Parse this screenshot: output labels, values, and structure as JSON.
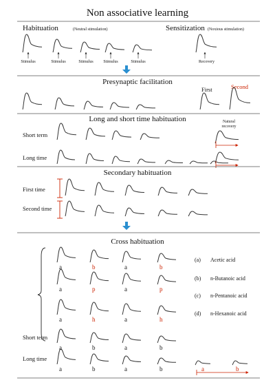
{
  "title": "Non associative learning",
  "habituation": {
    "title": "Habituation",
    "note": "(Neutral stimulation)",
    "stimulus": "Stimulus"
  },
  "sensitization": {
    "title": "Sensitization",
    "note": "(Noxious stimulation)",
    "recovery": "Recovery"
  },
  "presynaptic": {
    "title": "Presynaptic facilitation",
    "first": "First",
    "second": "Second"
  },
  "long_short": {
    "title": "Long and short time habituation",
    "short_term": "Short term",
    "long_time": "Long time",
    "natural": "Natural",
    "recovery": "recovery"
  },
  "secondary": {
    "title": "Secondary habituation",
    "first_time": "First time",
    "second_time": "Second time"
  },
  "cross": {
    "title": "Cross habituation",
    "legend": [
      {
        "key": "(a)",
        "name": "Acetic acid"
      },
      {
        "key": "(b)",
        "name": "n-Butanoic acid"
      },
      {
        "key": "(c)",
        "name": "n-Pentanoic acid"
      },
      {
        "key": "(d)",
        "name": "n-Hexanoic acid"
      }
    ],
    "grid_letters": [
      [
        "a",
        "b",
        "a",
        "b"
      ],
      [
        "a",
        "p",
        "a",
        "p"
      ],
      [
        "a",
        "h",
        "a",
        "h"
      ]
    ],
    "short_term": "Short term",
    "short_letters": [
      "a",
      "b",
      "a",
      "b"
    ],
    "long_time": "Long time",
    "long_letters": [
      "a",
      "b",
      "a",
      "b"
    ],
    "recovery_letters": [
      "a",
      "b"
    ]
  },
  "colors": {
    "accent_red": "#cc2200",
    "arrow_blue": "#2a8fd0",
    "ink": "#111111"
  }
}
